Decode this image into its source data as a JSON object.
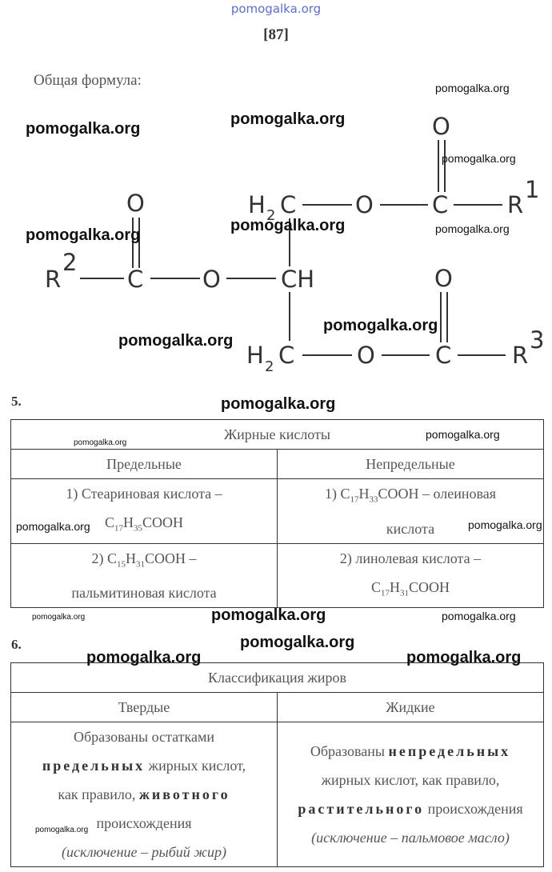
{
  "header": {
    "site": "pomogalka.org",
    "page_number": "[87]"
  },
  "watermark": "pomogalka.org",
  "formula": {
    "label": "Общая формула:",
    "atoms": {
      "O": "O",
      "C": "C",
      "H": "H",
      "CH": "CH",
      "two": "2",
      "R": "R",
      "r1": "1",
      "r2": "2",
      "r3": "3"
    }
  },
  "task5": {
    "number": "5.",
    "title": "Жирные кислоты",
    "col1": "Предельные",
    "col2": "Непредельные",
    "r1c1a": "1)  Стеариновая кислота –",
    "r1c1b_C": "C",
    "r1c1b_17": "17",
    "r1c1b_H": "H",
    "r1c1b_35": "35",
    "r1c1b_rest": "COOH",
    "r1c2_pre": "1) C",
    "r1c2_17": "17",
    "r1c2_H": "H",
    "r1c2_33": "33",
    "r1c2_rest": "COOH – олеиновая",
    "r1c2b": "кислота",
    "r2c1_pre": "2)  C",
    "r2c1_15": "15",
    "r2c1_H": "H",
    "r2c1_31": "31",
    "r2c1_rest": "COOH –",
    "r2c1b": "пальмитиновая кислота",
    "r2c2a": "2) линолевая кислота –",
    "r2c2_C": "C",
    "r2c2_17": "17",
    "r2c2_H": "H",
    "r2c2_31": "31",
    "r2c2_rest": "COOH"
  },
  "task6": {
    "number": "6.",
    "title": "Классификация жиров",
    "col1": "Твердые",
    "col2": "Жидкие",
    "c1_l1": "Образованы остатками",
    "c1_b1": "предельных",
    "c1_l2": " жирных кислот,",
    "c1_l3": "как правило, ",
    "c1_b2": "животного",
    "c1_l4": "происхождения",
    "c1_i": "(исключение – рыбий жир)",
    "c2_l1": "Образованы ",
    "c2_b1": "непредельных",
    "c2_l2": "жирных кислот, как правило,",
    "c2_b2": "растительного",
    "c2_l3": " происхождения",
    "c2_i": "(исключение – пальмовое масло)"
  }
}
